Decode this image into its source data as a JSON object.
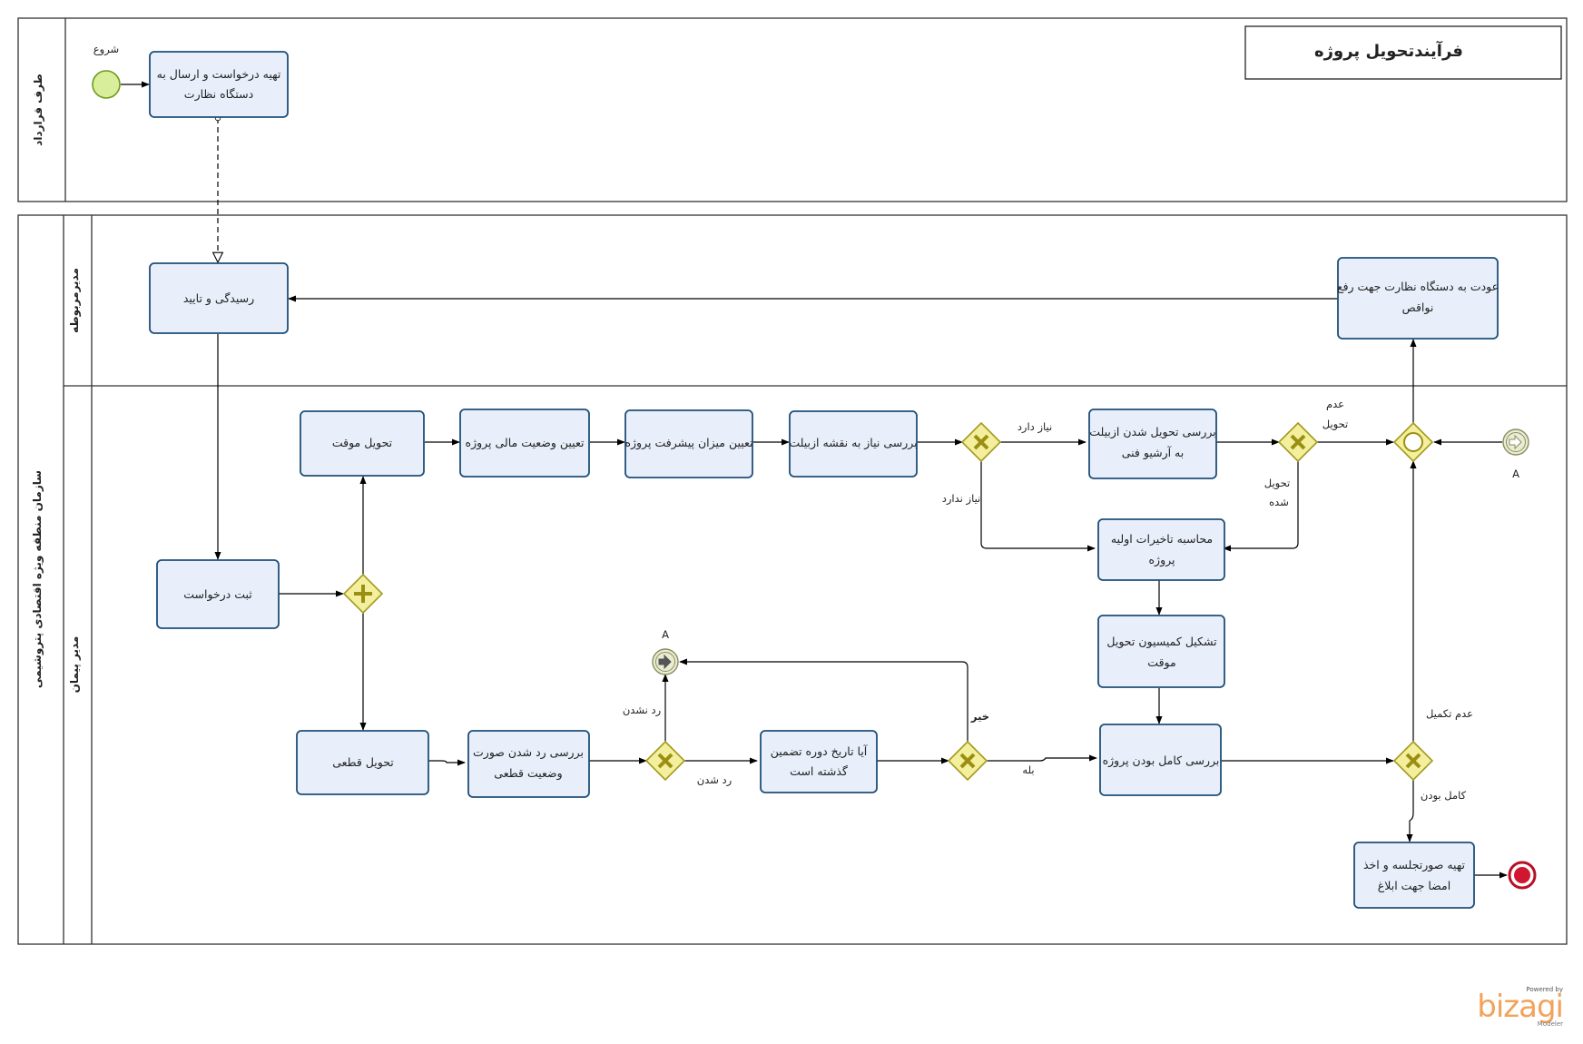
{
  "title": "فرآیندتحویل پروژه",
  "colors": {
    "task_fill": "#e8effa",
    "task_stroke": "#1f4e79",
    "gateway_fill": "#f3ef9c",
    "gateway_stroke": "#a49a1f",
    "start_fill": "#d8ee9a",
    "end_stroke": "#b80f24",
    "line": "#000000"
  },
  "pools": {
    "contractor": {
      "label": "طرف قرارداد"
    },
    "organization": {
      "label": "سازمان منطقه ویژه اقتصادی پتروشیمی"
    }
  },
  "lanes": {
    "related_manager": "مدیرمربوطه",
    "contract_manager": "مدیر پیمان"
  },
  "events": {
    "start_label": "شروع",
    "link_label": "A"
  },
  "tasks": {
    "prepare_request": [
      "تهیه درخواست و ارسال به",
      "دستگاه نظارت"
    ],
    "review_approve": [
      "رسیدگی و تایید"
    ],
    "return_supervision": [
      "عودت به دستگاه نظارت جهت رفع",
      "نواقص"
    ],
    "register_request": [
      "ثبت درخواست"
    ],
    "temporary_delivery": [
      "تحویل موقت"
    ],
    "financial_status": [
      "تعیین وضعیت مالی پروژه"
    ],
    "progress_amount": [
      "تعیین میزان پیشرفت پروژه"
    ],
    "asbuilt_need": [
      "بررسی نیاز به نقشه ازبیلت"
    ],
    "asbuilt_archive": [
      "بررسی تحویل شدن ازبیلت",
      "به آرشیو فنی"
    ],
    "delay_calc": [
      "محاسبه تاخیرات اولیه",
      "پروژه"
    ],
    "commission": [
      "تشکیل کمیسیون تحویل",
      "موقت"
    ],
    "completeness": [
      "بررسی کامل بودن پروژه"
    ],
    "final_delivery": [
      "تحویل قطعی"
    ],
    "final_rejection": [
      "بررسی رد شدن صورت",
      "وضعیت قطعی"
    ],
    "warranty_date": [
      "آیا تاریخ دوره تضمین",
      "گذشته است"
    ],
    "minutes": [
      "تهیه صورتجلسه و اخذ",
      "امضا جهت ابلاغ"
    ]
  },
  "flow_labels": {
    "needs": "نیاز دارد",
    "no_need": "نیاز ندارد",
    "not_delivered": [
      "عدم",
      "تحویل"
    ],
    "delivered": [
      "تحویل",
      "شده"
    ],
    "not_rejected": "رد نشدن",
    "rejected": "رد شدن",
    "no": "خیر",
    "yes": "بله",
    "incomplete": "عدم تکمیل",
    "complete": "کامل بودن"
  },
  "brand": {
    "powered": "Powered by",
    "name": "bizagi",
    "sub": "Modeler"
  }
}
